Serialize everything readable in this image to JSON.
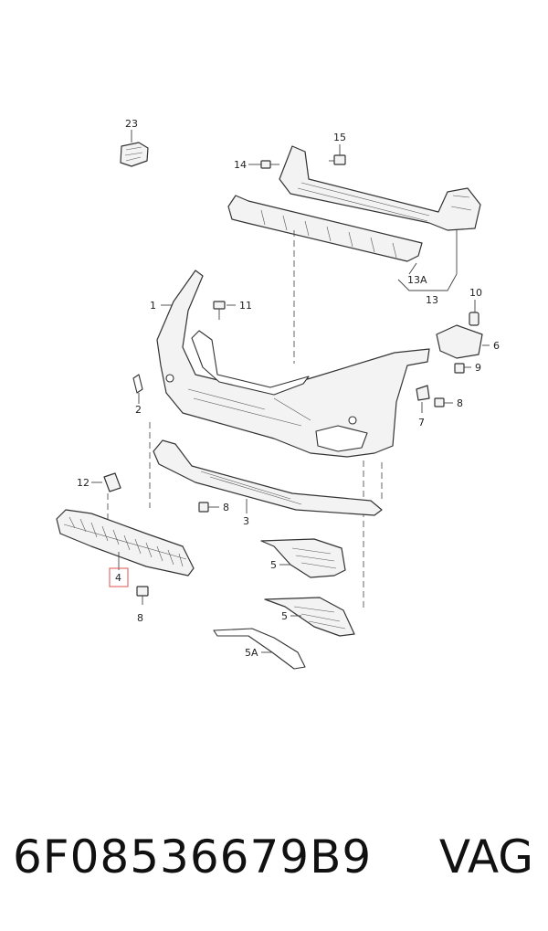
{
  "callouts": {
    "c23": "23",
    "c15": "15",
    "c14": "14",
    "c13a": "13A",
    "c13": "13",
    "c1": "1",
    "c11": "11",
    "c10": "10",
    "c6": "6",
    "c9": "9",
    "c2": "2",
    "c8a": "8",
    "c7": "7",
    "c12": "12",
    "c8b": "8",
    "c3": "3",
    "c4": "4",
    "c8c": "8",
    "c5a": "5",
    "c5b": "5",
    "c5c": "5A"
  },
  "highlight_color": "#d9534f",
  "footer": {
    "part_number": "6F08536679B9",
    "brand": "VAG"
  }
}
